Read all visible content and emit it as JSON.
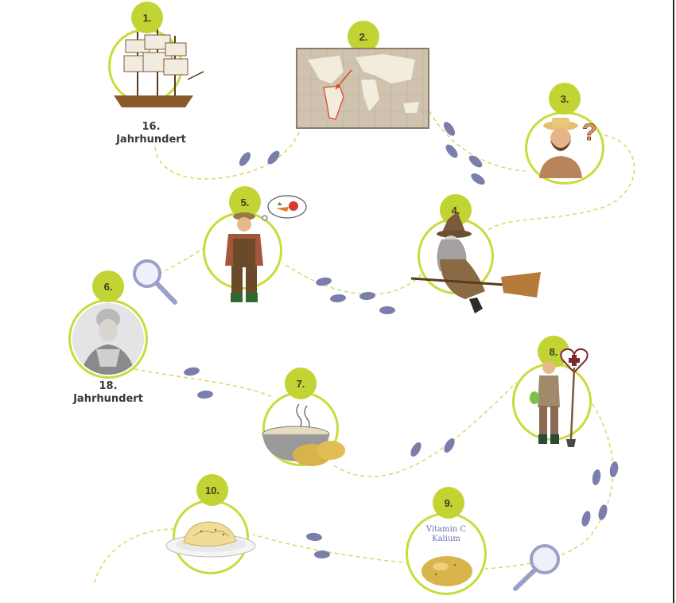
{
  "stations": [
    {
      "number": "1.",
      "caption_line1": "16.",
      "caption_line2": "Jahrhundert",
      "icon": "sailing-ship-icon"
    },
    {
      "number": "2.",
      "icon": "world-map-icon"
    },
    {
      "number": "3.",
      "icon": "confused-man-icon"
    },
    {
      "number": "4.",
      "icon": "witch-on-broom-icon"
    },
    {
      "number": "5.",
      "icon": "farmer-icon"
    },
    {
      "number": "6.",
      "caption_line1": "18.",
      "caption_line2": "Jahrhundert",
      "icon": "empress-portrait-icon"
    },
    {
      "number": "7.",
      "icon": "potato-soup-icon"
    },
    {
      "number": "8.",
      "icon": "nurse-farmer-icon"
    },
    {
      "number": "9.",
      "nutrient1": "Vitamin C",
      "nutrient2": "Kalium",
      "icon": "potato-icon"
    },
    {
      "number": "10.",
      "icon": "mashed-potatoes-icon"
    }
  ],
  "colors": {
    "ring": "#c8dc3a",
    "badge": "#c2d433",
    "path": "#d4df6a",
    "footprint": "#7a7eab",
    "magnifier": "#9aa0c8"
  }
}
